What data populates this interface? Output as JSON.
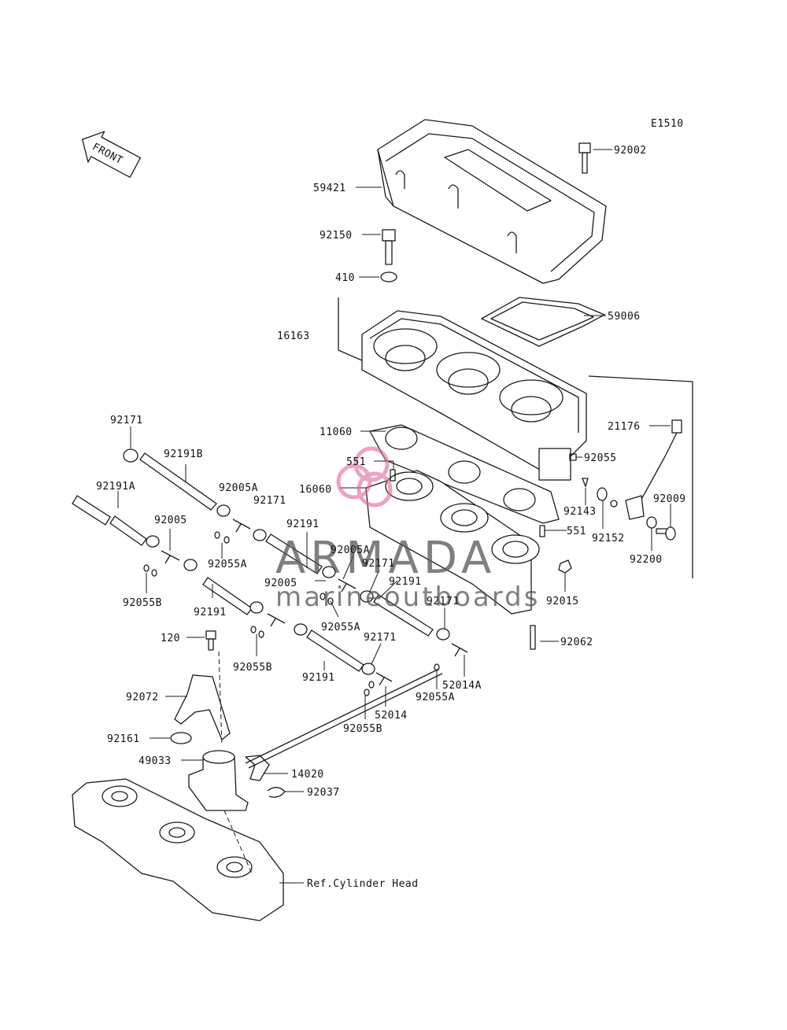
{
  "diagram_code": "E1510",
  "front_label": "FRONT",
  "watermark": {
    "brand": "ARMADA",
    "tagline": "marineoutboards",
    "accent_color": "#e0669b"
  },
  "part_labels": {
    "p92002": "92002",
    "p59421": "59421",
    "p92150": "92150",
    "p410": "410",
    "p59006": "59006",
    "p16163": "16163",
    "p21176": "21176",
    "p92171_a": "92171",
    "p92191b": "92191B",
    "p11060": "11060",
    "p92055": "92055",
    "p551_a": "551",
    "p92005a_a": "92005A",
    "p92171_b": "92171",
    "p16060": "16060",
    "p92191a": "92191A",
    "p92143": "92143",
    "p92009": "92009",
    "p92005_a": "92005",
    "p92191_a": "92191",
    "p92152": "92152",
    "p92055a_a": "92055A",
    "p92005a_b": "92005A",
    "p551_b": "551",
    "p92200": "92200",
    "p92171_c": "92171",
    "p92005_b": "92005",
    "p92191_b": "92191",
    "p92055b_a": "92055B",
    "p92191_c": "92191",
    "p92171_d": "92171",
    "p92015": "92015",
    "p92055a_b": "92055A",
    "p120": "120",
    "p92171_e": "92171",
    "p92062": "92062",
    "p92055b_b": "92055B",
    "p92191_d": "92191",
    "p52014a": "52014A",
    "p92072": "92072",
    "p92055a_c": "92055A",
    "p52014": "52014",
    "p92055b_c": "92055B",
    "p92161": "92161",
    "p49033": "49033",
    "p14020": "14020",
    "p92037": "92037",
    "p_ref_head": "Ref.Cylinder Head"
  }
}
